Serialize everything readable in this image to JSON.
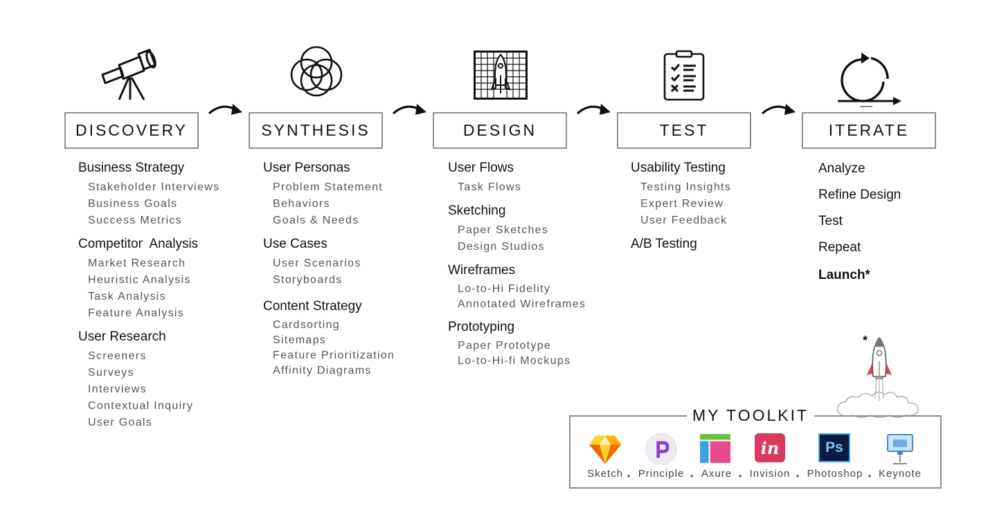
{
  "stages": [
    {
      "name": "DISCOVERY",
      "groups": [
        {
          "title": "Business Strategy",
          "items": [
            "Stakeholder Interviews",
            "Business Goals",
            "Success Metrics"
          ]
        },
        {
          "title": "Competitor  Analysis",
          "items": [
            "Market Research",
            "Heuristic Analysis",
            "Task Analysis",
            "Feature Analysis"
          ]
        },
        {
          "title": "User Research",
          "items": [
            "Screeners",
            "Surveys",
            "Interviews",
            "Contextual Inquiry",
            "User Goals"
          ]
        }
      ]
    },
    {
      "name": "SYNTHESIS",
      "groups": [
        {
          "title": "User Personas",
          "items": [
            "Problem Statement",
            "Behaviors",
            "Goals & Needs"
          ]
        },
        {
          "title": "Use Cases",
          "items": [
            "User Scenarios",
            "Storyboards"
          ]
        },
        {
          "title": "Content Strategy",
          "items": [
            "Cardsorting",
            "Sitemaps",
            "Feature Prioritization",
            "Affinity Diagrams"
          ]
        }
      ]
    },
    {
      "name": "DESIGN",
      "groups": [
        {
          "title": "User Flows",
          "items": [
            "Task Flows"
          ]
        },
        {
          "title": "Sketching",
          "items": [
            "Paper Sketches",
            "Design Studios"
          ]
        },
        {
          "title": "Wireframes",
          "items": [
            "Lo-to-Hi Fidelity",
            "Annotated Wireframes"
          ]
        },
        {
          "title": "Prototyping",
          "items": [
            "Paper Prototype",
            "Lo-to-Hi-fi Mockups"
          ]
        }
      ]
    },
    {
      "name": "TEST",
      "groups": [
        {
          "title": "Usability Testing",
          "items": [
            "Testing Insights",
            "Expert Review",
            "User Feedback"
          ]
        },
        {
          "title": "A/B Testing",
          "items": []
        }
      ]
    },
    {
      "name": "ITERATE",
      "steps": [
        "Analyze",
        "Refine Design",
        "Test",
        "Repeat",
        "Launch*"
      ]
    }
  ],
  "launch_asterisk": "*",
  "toolkit": {
    "title": "MY TOOLKIT",
    "separator": "•",
    "tools": [
      {
        "name": "Sketch",
        "icon": "sketch-diamond-icon",
        "color": "#f7b500"
      },
      {
        "name": "Principle",
        "icon": "principle-icon",
        "color": "#8e3fd6"
      },
      {
        "name": "Axure",
        "icon": "axure-icon",
        "color": "#3aa0e0"
      },
      {
        "name": "Invision",
        "icon": "invision-icon",
        "color": "#dc395f",
        "glyph": "in"
      },
      {
        "name": "Photoshop",
        "icon": "photoshop-icon",
        "color": "#0a1d3c",
        "glyph": "Ps"
      },
      {
        "name": "Keynote",
        "icon": "keynote-icon",
        "color": "#3c8cd8"
      }
    ]
  },
  "colors": {
    "border": "#8e8e8e",
    "rocket_red": "#e0455a",
    "text_secondary": "#555555"
  }
}
